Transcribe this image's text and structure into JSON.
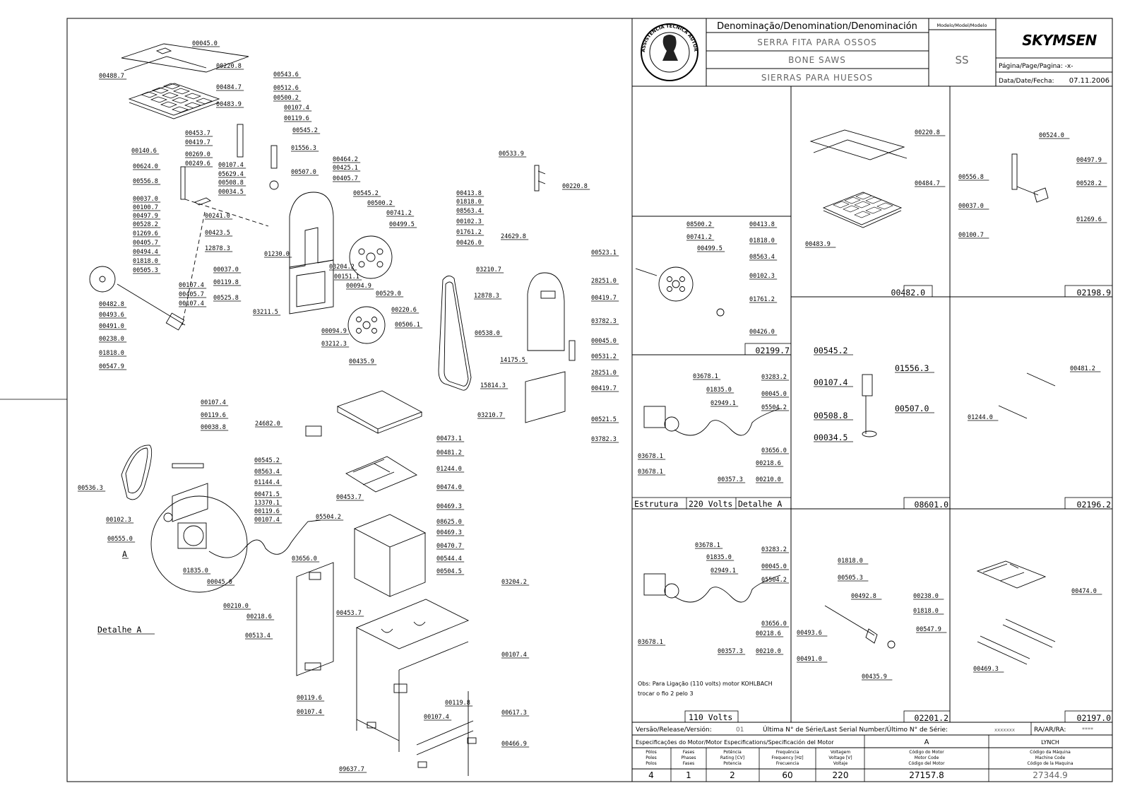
{
  "header": {
    "denomination_title": "Denominação/Denomination/Denominación",
    "name_pt": "SERRA FITA PARA OSSOS",
    "name_en": "BONE SAWS",
    "name_es": "SIERRAS PARA HUESOS",
    "model_header": "Modelo/Model/Modelo",
    "model": "SS",
    "brand": "SKYMSEN",
    "page_label": "Página/Page/Pagina: -x-",
    "date_label": "Data/Date/Fecha:",
    "date": "07.11.2006",
    "seal_text": "ASSISTÊNCIA TÉCNICA AUTORIZADA"
  },
  "main_labels": [
    "00045.0",
    "00220.8",
    "00488.7",
    "00484.7",
    "00483.9",
    "00543.6",
    "00512.6",
    "00500.2",
    "00107.4",
    "00119.6",
    "00545.2",
    "00453.7",
    "00419.7",
    "00269.0",
    "00249.6",
    "01556.3",
    "00140.6",
    "00624.0",
    "00556.8",
    "00037.0",
    "00100.7",
    "00497.9",
    "00528.2",
    "01269.6",
    "00405.7",
    "00494.4",
    "01818.0",
    "00505.3",
    "00482.8",
    "00493.6",
    "00491.0",
    "00238.0",
    "01818.0",
    "00547.9",
    "00107.4",
    "00405.7",
    "00107.4",
    "00107.4",
    "05629.4",
    "00508.8",
    "00034.5",
    "00507.0",
    "00464.2",
    "00425.1",
    "00405.7",
    "00545.2",
    "00241.0",
    "00423.5",
    "12878.3",
    "01230.0",
    "00500.2",
    "00741.2",
    "00499.5",
    "00413.8",
    "01818.0",
    "08563.4",
    "00102.3",
    "01761.2",
    "00426.0",
    "00533.9",
    "00220.8",
    "24629.8",
    "00523.1",
    "03210.7",
    "28251.0",
    "00419.7",
    "12878.3",
    "00538.0",
    "03782.3",
    "00045.0",
    "00531.2",
    "14175.5",
    "28251.0",
    "00419.7",
    "03210.7",
    "00521.5",
    "03782.3",
    "15814.3",
    "00037.0",
    "00119.8",
    "00525.8",
    "03211.5",
    "03204.2",
    "00151.1",
    "00094.9",
    "00529.0",
    "00220.6",
    "00094.9",
    "03212.3",
    "00506.1",
    "00435.9",
    "00107.4",
    "00119.6",
    "00038.8",
    "24682.0",
    "00545.2",
    "08563.4",
    "01144.4",
    "00471.5",
    "13370.1",
    "00119.6",
    "00107.4",
    "00536.3",
    "00102.3",
    "00555.0",
    "A",
    "01835.0",
    "00045.0",
    "05504.2",
    "03656.0",
    "00210.0",
    "00218.6",
    "Detalhe A",
    "00513.4",
    "00473.1",
    "00481.2",
    "01244.0",
    "00474.0",
    "00453.7",
    "00469.3",
    "08625.0",
    "00469.3",
    "00470.7",
    "00544.4",
    "00504.5",
    "03204.2",
    "00453.7",
    "00107.4",
    "00617.3",
    "00466.9",
    "00119.6",
    "00107.4",
    "00119.8",
    "00107.4",
    "09637.7"
  ],
  "panels": {
    "p00482": {
      "id": "00482.0",
      "labels": [
        "00220.8",
        "00484.7",
        "00483.9"
      ]
    },
    "p02198": {
      "id": "02198.9",
      "labels": [
        "00524.0",
        "00497.9",
        "00556.8",
        "00528.2",
        "00037.0",
        "01269.6",
        "00100.7"
      ]
    },
    "p02199": {
      "id": "02199.7",
      "labels": [
        "08500.2",
        "00741.2",
        "00499.5",
        "00413.8",
        "01818.0",
        "08563.4",
        "00102.3",
        "01761.2",
        "00426.0"
      ]
    },
    "p08601": {
      "id": "08601.0",
      "labels": [
        "00545.2",
        "00107.4",
        "01556.3",
        "00508.8",
        "00507.0",
        "00034.5"
      ]
    },
    "p02196": {
      "id": "02196.2",
      "labels": [
        "00481.2",
        "01244.0"
      ]
    },
    "p220": {
      "caption": [
        "Estrutura",
        "220 Volts",
        "Detalhe A"
      ],
      "labels": [
        "03678.1",
        "01835.0",
        "03283.2",
        "00045.0",
        "02949.1",
        "05504.2",
        "03678.1",
        "03678.1",
        "00218.6",
        "03656.0",
        "00357.3",
        "00210.0"
      ]
    },
    "p110": {
      "caption": "110 Volts",
      "labels": [
        "03678.1",
        "01835.0",
        "03283.2",
        "00045.0",
        "02949.1",
        "05504.2",
        "03656.0",
        "00218.6",
        "03678.1",
        "00357.3",
        "00210.0"
      ],
      "note_line1": "Obs: Para Ligação (110 volts) motor KOHLBACH",
      "note_line2": "trocar o fio 2 pelo 3"
    },
    "p02201": {
      "id": "02201.2",
      "labels": [
        "01818.0",
        "00505.3",
        "00492.8",
        "00238.0",
        "01818.0",
        "00547.9",
        "00493.6",
        "00491.0",
        "00435.9"
      ]
    },
    "p02197": {
      "id": "02197.0",
      "labels": [
        "00474.0",
        "00469.3"
      ]
    }
  },
  "footer": {
    "version_label": "Versão/Release/Versión:",
    "version": "01",
    "serial_label": "Última N° de Série/Last Serial Number/Último N° de Série:",
    "serial": "xxxxxxx",
    "ra_label": "RA/AR/RA:",
    "ra": "****",
    "motor_spec_label": "Especificações do Motor/Motor Especifications/Specificación del Motor",
    "motor_a": "A",
    "motor_brand": "LYNCH",
    "col_poles": [
      "Pólos",
      "Poles",
      "Polos"
    ],
    "col_phases": [
      "Fases",
      "Phases",
      "Fases"
    ],
    "col_power": [
      "Potência",
      "Rating [CV]",
      "Potencia"
    ],
    "col_freq": [
      "Frequência",
      "Frequency [Hz]",
      "Frecuencia"
    ],
    "col_volt": [
      "Voltagem",
      "Voltage [V]",
      "Voltaje"
    ],
    "col_motor_code": [
      "Código do Motor",
      "Motor Code",
      "Código del Motor"
    ],
    "col_machine_code": [
      "Código da Máquina",
      "Machine Code",
      "Código de la Maquina"
    ],
    "poles": "4",
    "phases": "1",
    "power": "2",
    "freq": "60",
    "volt": "220",
    "motor_code": "27157.8",
    "machine_code": "27344.9"
  }
}
